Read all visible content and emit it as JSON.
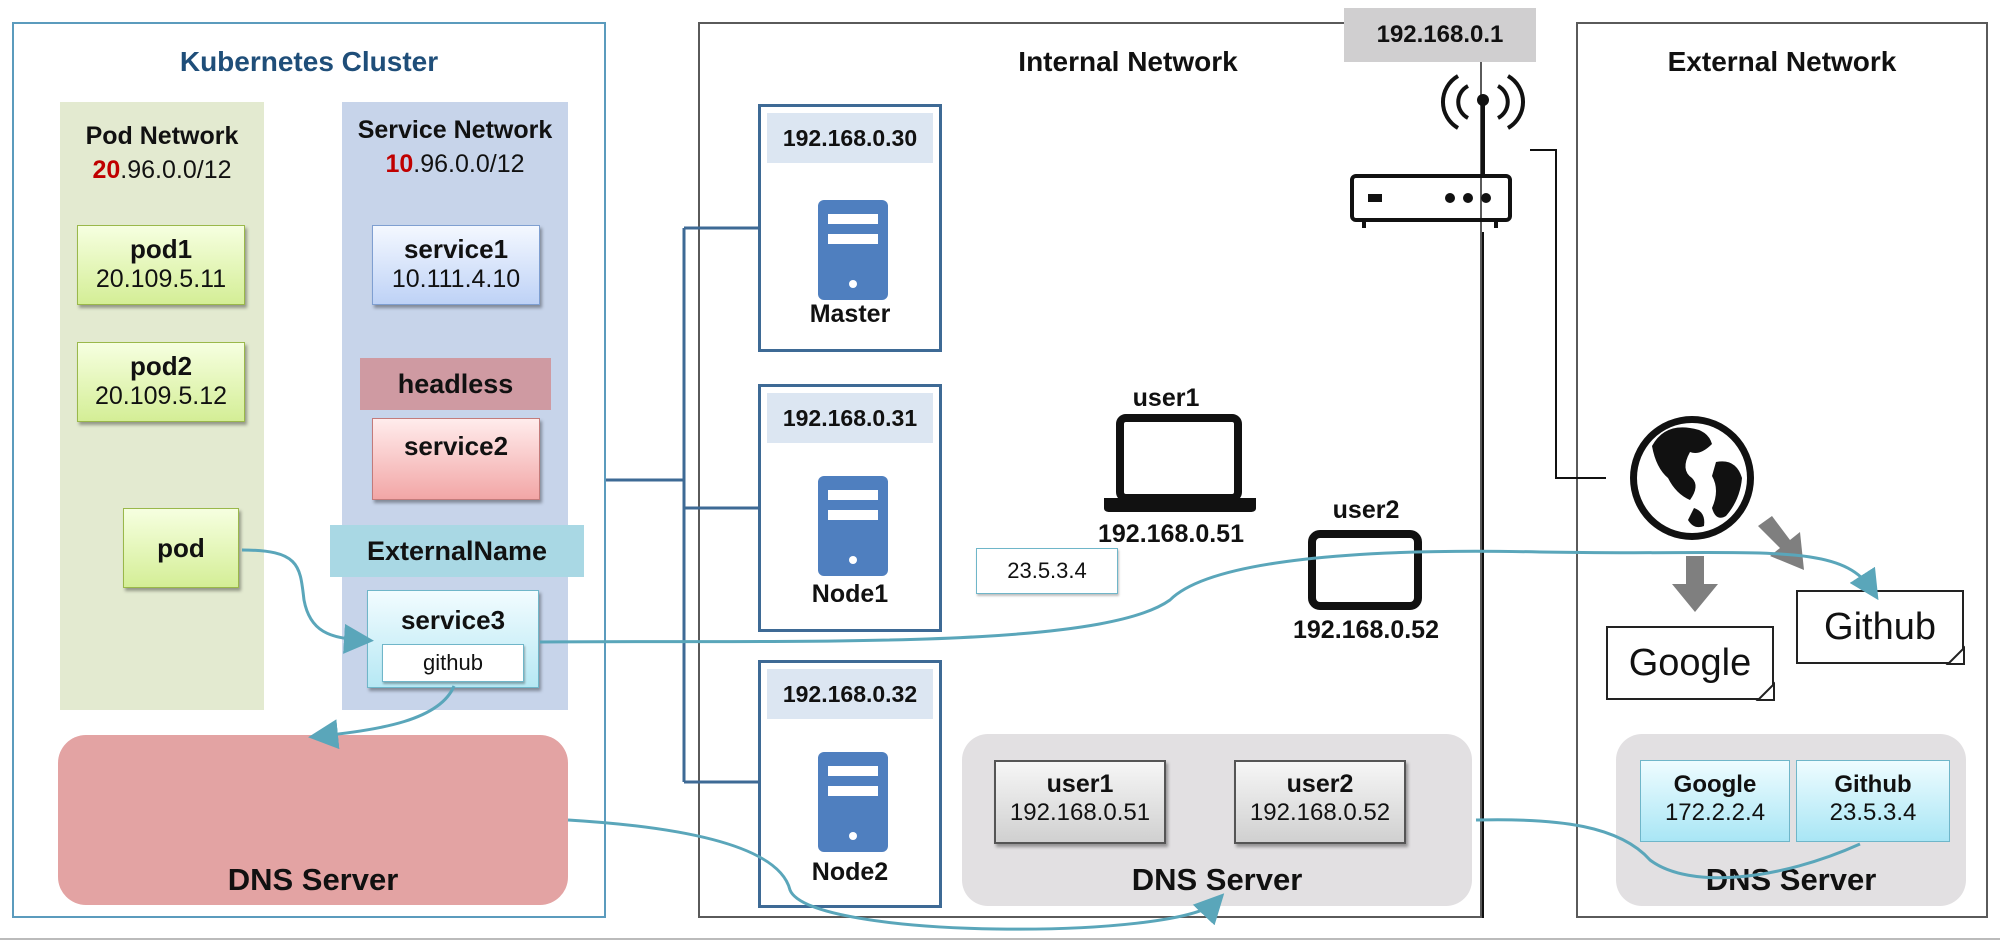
{
  "kubernetes_cluster": {
    "title": "Kubernetes Cluster",
    "pod_network": {
      "label": "Pod Network",
      "cidr_highlight": "20",
      "cidr_rest": ".96.0.0/12",
      "pods": [
        {
          "name": "pod1",
          "ip": "20.109.5.11"
        },
        {
          "name": "pod2",
          "ip": "20.109.5.12"
        }
      ],
      "client_pod": "pod"
    },
    "service_network": {
      "label": "Service Network",
      "cidr_highlight": "10",
      "cidr_rest": ".96.0.0/12",
      "service1": {
        "name": "service1",
        "ip": "10.111.4.10"
      },
      "headless_tag": "headless",
      "service2": {
        "name": "service2"
      },
      "externalname_tag": "ExternalName",
      "service3": {
        "name": "service3",
        "target": "github"
      }
    },
    "dns_server": "DNS Server"
  },
  "internal_network": {
    "title": "Internal Network",
    "router_ip": "192.168.0.1",
    "nodes": [
      {
        "ip": "192.168.0.30",
        "name": "Master"
      },
      {
        "ip": "192.168.0.31",
        "name": "Node1"
      },
      {
        "ip": "192.168.0.32",
        "name": "Node2"
      }
    ],
    "user1": {
      "name": "user1",
      "ip": "192.168.0.51"
    },
    "user2": {
      "name": "user2",
      "ip": "192.168.0.52"
    },
    "resolved_ip": "23.5.3.4",
    "dns_server": {
      "label": "DNS Server",
      "records": [
        {
          "name": "user1",
          "ip": "192.168.0.51"
        },
        {
          "name": "user2",
          "ip": "192.168.0.52"
        }
      ]
    }
  },
  "external_network": {
    "title": "External Network",
    "sites": [
      "Google",
      "Github"
    ],
    "dns_server": {
      "label": "DNS Server",
      "records": [
        {
          "name": "Google",
          "ip": "172.2.2.4"
        },
        {
          "name": "Github",
          "ip": "23.5.3.4"
        }
      ]
    }
  },
  "colors": {
    "connector": "#5aa6ba",
    "node_line": "#3e6a95",
    "node_icon": "#4f7fbf",
    "k8s_dns": "#e3a3a3",
    "pod_column": "#e3ead0",
    "service_column": "#c7d4ea",
    "headless_tag": "#cf9aa2",
    "externalname_tag": "#a9d8e4",
    "arrow_gray": "#7f7f7f"
  },
  "icons": [
    "server-icon",
    "router-icon",
    "laptop-icon",
    "tablet-icon",
    "globe-icon",
    "arrow-down-icon",
    "document-icon"
  ]
}
